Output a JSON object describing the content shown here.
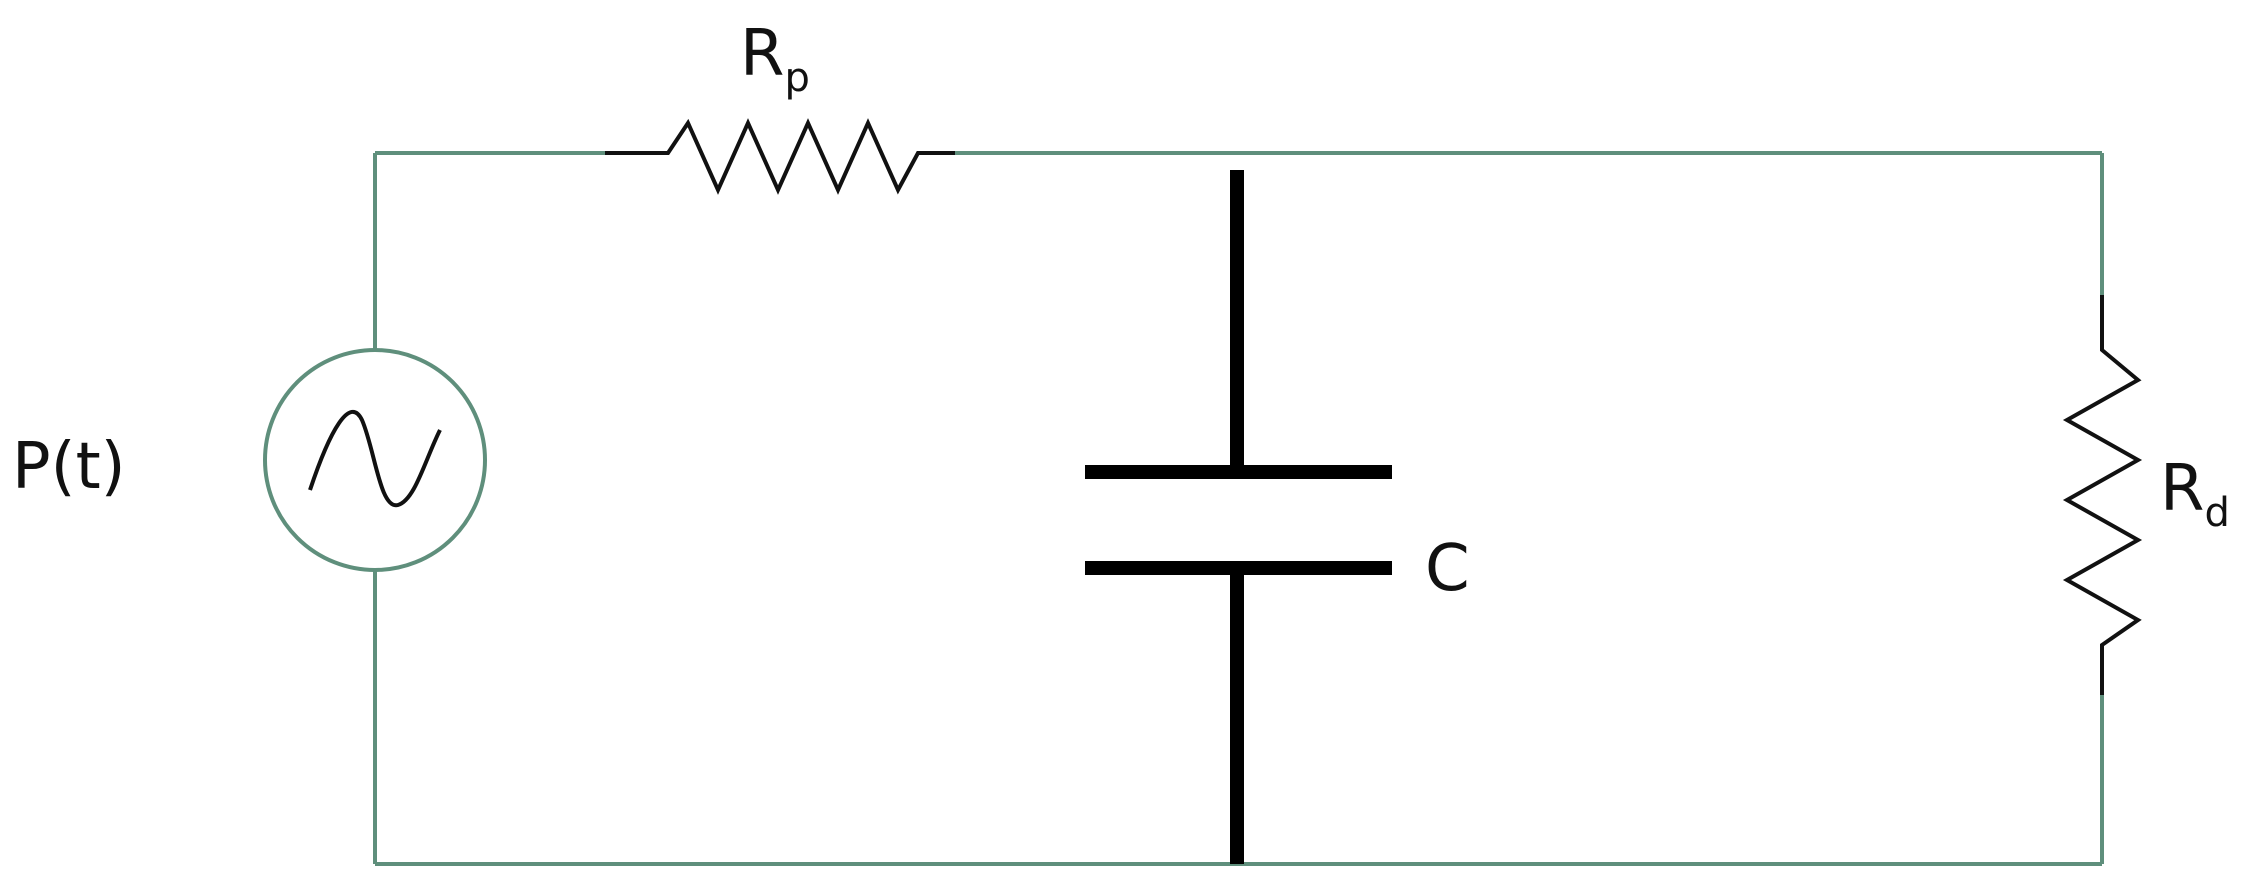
{
  "diagram": {
    "source_label": "P(t)",
    "source_symbol": "sine-wave-icon",
    "resistor_p": {
      "letter": "R",
      "subscript": "p"
    },
    "resistor_d": {
      "letter": "R",
      "subscript": "d"
    },
    "capacitor_label": "C",
    "colors": {
      "wire": "#5f8f7c",
      "component": "#111111",
      "background": "#ffffff"
    }
  }
}
